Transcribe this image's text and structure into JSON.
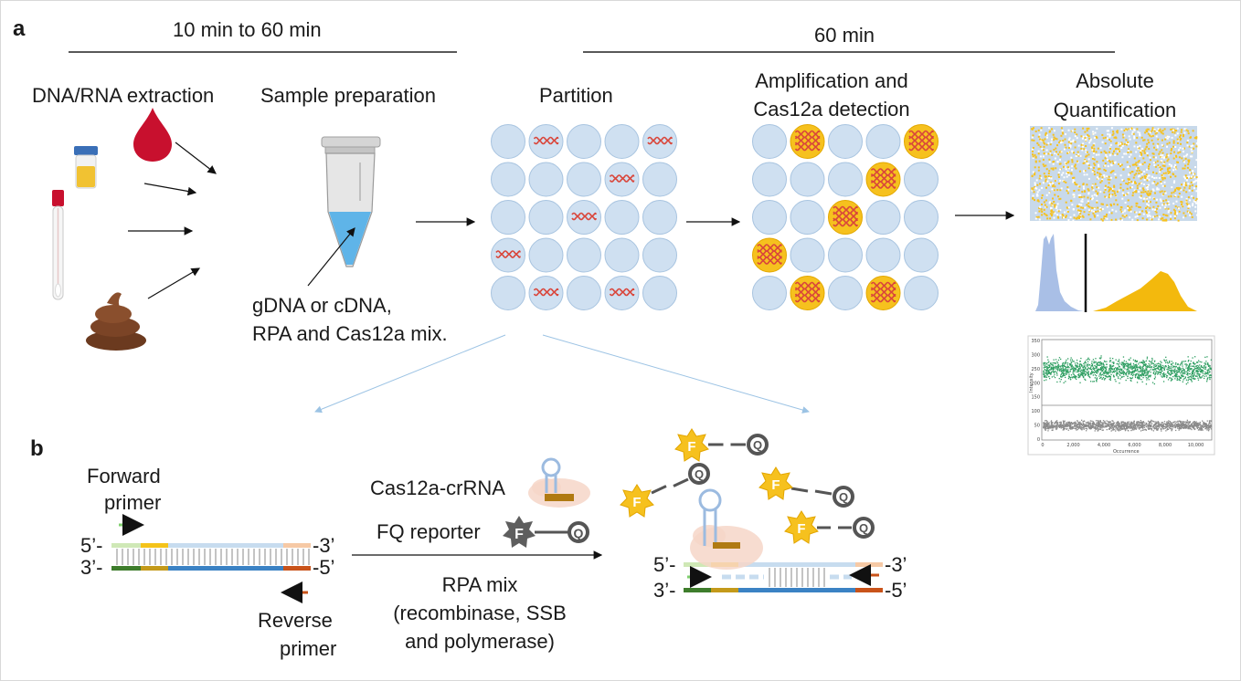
{
  "panels": {
    "a": "a",
    "b": "b"
  },
  "timeline": {
    "left": "10 min to 60 min",
    "right": "60 min"
  },
  "steps": {
    "extraction": "DNA/RNA extraction",
    "sample_prep": "Sample preparation",
    "partition": "Partition",
    "amplification": [
      "Amplification and",
      "Cas12a detection"
    ],
    "quantification": [
      "Absolute",
      "Quantification"
    ]
  },
  "mix_label": [
    "gDNA or cDNA,",
    "RPA and Cas12a mix."
  ],
  "primers": {
    "forward": [
      "Forward",
      "primer"
    ],
    "reverse": [
      "Reverse",
      "primer"
    ]
  },
  "strand_ends": {
    "top_left": "5’-",
    "top_right": "-3’",
    "bottom_left": "3’-",
    "bottom_right": "-5’"
  },
  "reagents": {
    "crrna": "Cas12a-crRNA",
    "reporter": "FQ reporter",
    "rpa": [
      "RPA mix",
      "(recombinase, SSB",
      "and polymerase)"
    ]
  },
  "reporter_letters": {
    "fluor": "F",
    "quencher": "Q"
  },
  "partition_grid": {
    "rows": 5,
    "cols": 5,
    "positive_cells": [
      [
        0,
        1
      ],
      [
        0,
        4
      ],
      [
        1,
        3
      ],
      [
        2,
        2
      ],
      [
        3,
        0
      ],
      [
        4,
        1
      ],
      [
        4,
        3
      ]
    ]
  },
  "scatter_plot": {
    "ylabel": "Intensity",
    "xlabel": "Occurrence",
    "yticks": [
      "0",
      "50",
      "100",
      "150",
      "200",
      "250",
      "300",
      "350"
    ],
    "xticks": [
      "0",
      "2,000",
      "4,000",
      "6,000",
      "8,000",
      "10,000"
    ]
  },
  "colors": {
    "droplet": "#cfe0f1",
    "droplet_edge": "#a8c4e0",
    "positive": "#f6c11e",
    "dna": "#d9463b",
    "histogram_neg": "#a9bfe6",
    "histogram_pos": "#f3b90d",
    "scatter_pos": "#2e9e61",
    "scatter_neg": "#8a8a8a"
  }
}
